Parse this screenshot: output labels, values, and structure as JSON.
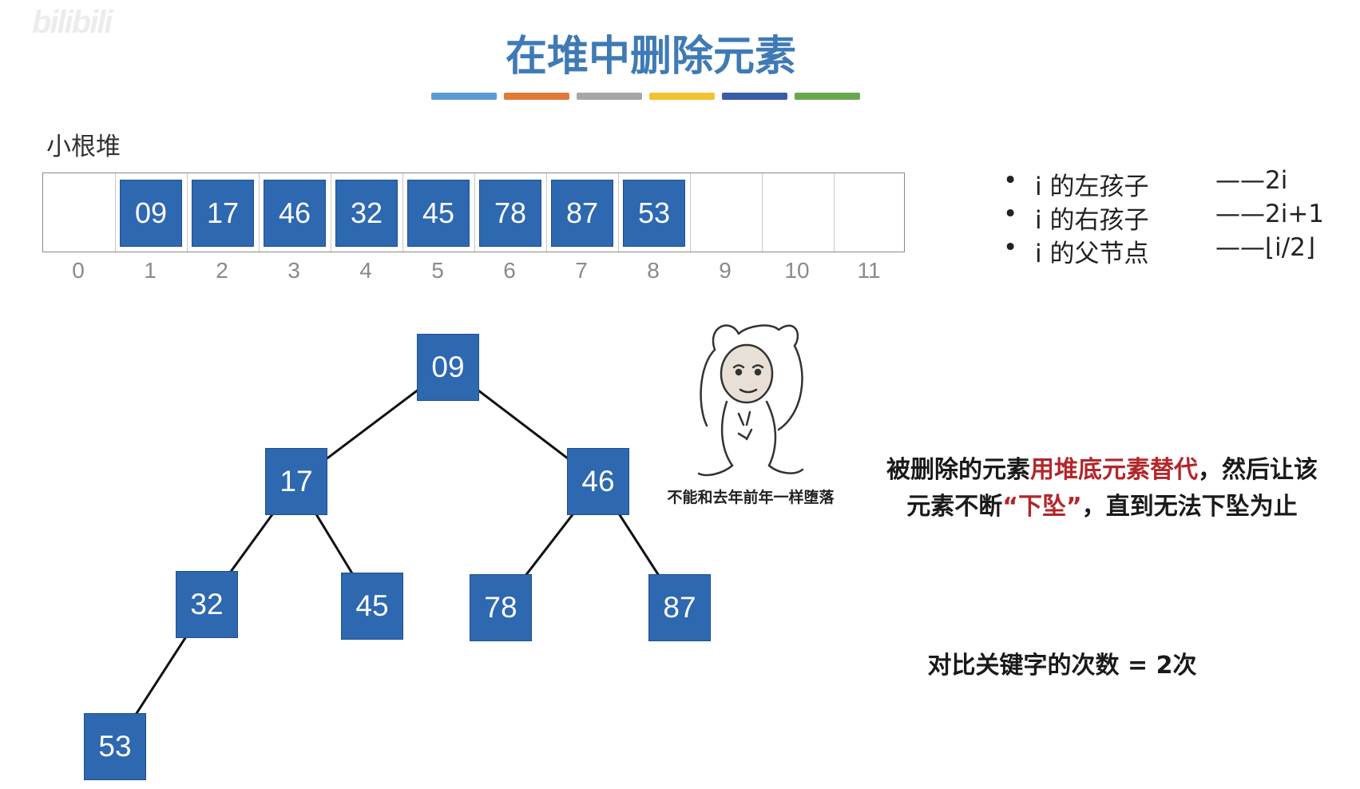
{
  "watermark": "bilibili",
  "title": "在堆中删除元素",
  "accent_colors": [
    "#5b9bd5",
    "#e07a3a",
    "#a6a6a6",
    "#f2c230",
    "#3a5ba8",
    "#6aa84f"
  ],
  "node_color": "#2d68b0",
  "highlight_color": "#b2262a",
  "heap_label": "小根堆",
  "array": {
    "cells": [
      "",
      "09",
      "17",
      "46",
      "32",
      "45",
      "78",
      "87",
      "53",
      "",
      "",
      ""
    ],
    "indices": [
      "0",
      "1",
      "2",
      "3",
      "4",
      "5",
      "6",
      "7",
      "8",
      "9",
      "10",
      "11"
    ]
  },
  "relations": [
    {
      "bullet": "•",
      "label": "i 的左孩子",
      "formula": "——2i"
    },
    {
      "bullet": "•",
      "label": "i 的右孩子",
      "formula": "——2i+1"
    },
    {
      "bullet": "•",
      "label": "i 的父节点",
      "formula": "——⌊i/2⌋"
    }
  ],
  "tree": {
    "nodes": [
      "09",
      "17",
      "46",
      "32",
      "45",
      "78",
      "87",
      "53"
    ],
    "edges": [
      [
        "09",
        "17"
      ],
      [
        "09",
        "46"
      ],
      [
        "17",
        "32"
      ],
      [
        "17",
        "45"
      ],
      [
        "46",
        "78"
      ],
      [
        "46",
        "87"
      ],
      [
        "32",
        "53"
      ]
    ]
  },
  "meme": {
    "caption": "不能和去年前年一样堕落"
  },
  "explanation": {
    "line1_part1": "被删除的元素",
    "line1_highlight": "用堆底元素替代",
    "line1_part2": "，然后让该",
    "line2_part1": "元素不断",
    "line2_highlight": "“下坠”",
    "line2_part2": "，直到无法下坠为止"
  },
  "compare_text": "对比关键字的次数 = 2次"
}
